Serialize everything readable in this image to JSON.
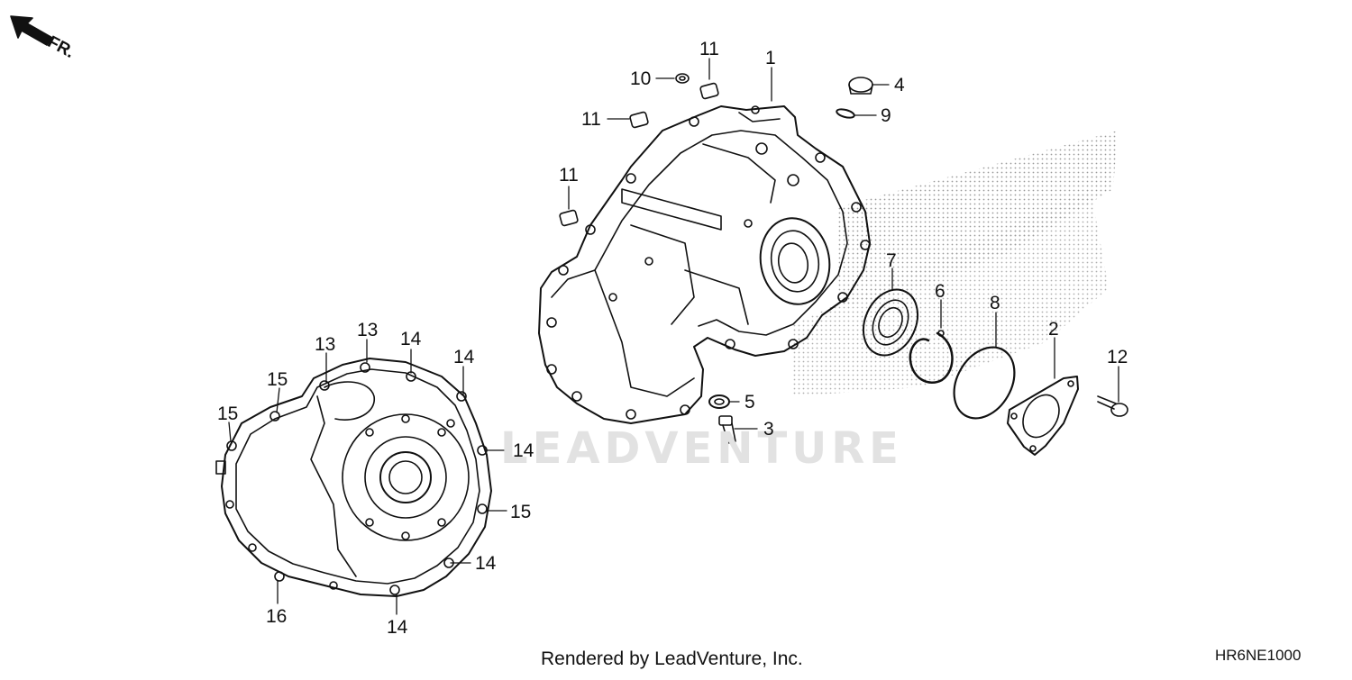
{
  "direction_label": "FR.",
  "watermark": "LEADVENTURE",
  "footer": "Rendered by LeadVenture, Inc.",
  "diagram_code": "HR6NE1000",
  "callouts": [
    "1",
    "11",
    "10",
    "11",
    "11",
    "4",
    "9",
    "7",
    "6",
    "8",
    "2",
    "12",
    "5",
    "3",
    "13",
    "13",
    "14",
    "14",
    "15",
    "15",
    "14",
    "15",
    "14",
    "16",
    "14"
  ]
}
